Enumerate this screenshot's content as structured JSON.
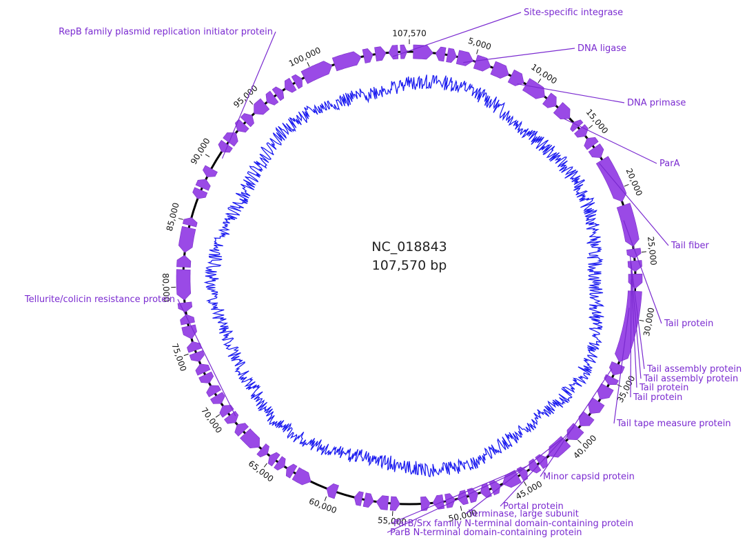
{
  "map": {
    "accession": "NC_018843",
    "length_label": "107,570 bp",
    "length_bp": 107570,
    "colors": {
      "backbone": "#000000",
      "feature": "#9a4ae6",
      "feature_stroke": "#7a30c8",
      "gc_trace": "#1c1cf0",
      "label": "#7a2ad0"
    },
    "tick_labels": [
      {
        "bp": 100000,
        "text": "100,000"
      },
      {
        "bp": 107570,
        "text": "107,570"
      },
      {
        "bp": 5000,
        "text": "5,000"
      },
      {
        "bp": 10000,
        "text": "10,000"
      },
      {
        "bp": 15000,
        "text": "15,000"
      },
      {
        "bp": 20000,
        "text": "20,000"
      },
      {
        "bp": 25000,
        "text": "25,000"
      },
      {
        "bp": 30000,
        "text": "30,000"
      },
      {
        "bp": 35000,
        "text": "35,000"
      },
      {
        "bp": 40000,
        "text": "40,000"
      },
      {
        "bp": 45000,
        "text": "45,000"
      },
      {
        "bp": 50000,
        "text": "50,000"
      },
      {
        "bp": 55000,
        "text": "55,000"
      },
      {
        "bp": 60000,
        "text": "60,000"
      },
      {
        "bp": 65000,
        "text": "65,000"
      },
      {
        "bp": 70000,
        "text": "70,000"
      },
      {
        "bp": 75000,
        "text": "75,000"
      },
      {
        "bp": 80000,
        "text": "80,000"
      },
      {
        "bp": 85000,
        "text": "85,000"
      },
      {
        "bp": 90000,
        "text": "90,000"
      },
      {
        "bp": 95000,
        "text": "95,000"
      }
    ],
    "annotations": [
      {
        "bp": 106300,
        "text": "Site-specific integrase"
      },
      {
        "bp": 4200,
        "text": "DNA ligase"
      },
      {
        "bp": 8700,
        "text": "DNA primase"
      },
      {
        "bp": 13200,
        "text": "ParA"
      },
      {
        "bp": 17600,
        "text": "Tail fiber"
      },
      {
        "bp": 22400,
        "text": "Tail protein"
      },
      {
        "bp": 25200,
        "text": "Tail assembly protein"
      },
      {
        "bp": 25700,
        "text": "Tail assembly protein"
      },
      {
        "bp": 26300,
        "text": "Tail protein"
      },
      {
        "bp": 27000,
        "text": "Tail protein"
      },
      {
        "bp": 29200,
        "text": "Tail tape measure protein"
      },
      {
        "bp": 34100,
        "text": "Minor capsid protein"
      },
      {
        "bp": 39500,
        "text": "Portal protein"
      },
      {
        "bp": 40700,
        "text": "Terminase, large subunit"
      },
      {
        "bp": 44200,
        "text": "ParB/Srx family N-terminal domain-containing protein"
      },
      {
        "bp": 44700,
        "text": "ParB N-terminal domain-containing protein"
      },
      {
        "bp": 69200,
        "text": "Tellurite/colicin resistance protein"
      },
      {
        "bp": 90400,
        "text": "RepB family plasmid replication initiator protein"
      }
    ],
    "features": [
      {
        "start": 300,
        "end": 1800,
        "strand": 1
      },
      {
        "start": 2000,
        "end": 2700,
        "strand": -1
      },
      {
        "start": 2900,
        "end": 3600,
        "strand": 1
      },
      {
        "start": 3700,
        "end": 4900,
        "strand": 1
      },
      {
        "start": 5100,
        "end": 6300,
        "strand": 1
      },
      {
        "start": 6500,
        "end": 7800,
        "strand": 1
      },
      {
        "start": 8000,
        "end": 9100,
        "strand": 1
      },
      {
        "start": 9300,
        "end": 11000,
        "strand": 1
      },
      {
        "start": 11200,
        "end": 12100,
        "strand": 1
      },
      {
        "start": 12300,
        "end": 13500,
        "strand": 1
      },
      {
        "start": 13900,
        "end": 14400,
        "strand": -1
      },
      {
        "start": 14600,
        "end": 15300,
        "strand": 1
      },
      {
        "start": 15500,
        "end": 16200,
        "strand": -1
      },
      {
        "start": 16400,
        "end": 17300,
        "strand": 1
      },
      {
        "start": 17500,
        "end": 21000,
        "strand": 1
      },
      {
        "start": 21300,
        "end": 24500,
        "strand": 1
      },
      {
        "start": 24700,
        "end": 25400,
        "strand": 1
      },
      {
        "start": 25600,
        "end": 26400,
        "strand": 1
      },
      {
        "start": 26600,
        "end": 27700,
        "strand": 1
      },
      {
        "start": 27900,
        "end": 33400,
        "strand": 1
      },
      {
        "start": 33600,
        "end": 34500,
        "strand": 1
      },
      {
        "start": 34700,
        "end": 35300,
        "strand": 1
      },
      {
        "start": 35500,
        "end": 36600,
        "strand": 1
      },
      {
        "start": 36800,
        "end": 37900,
        "strand": 1
      },
      {
        "start": 38100,
        "end": 39100,
        "strand": 1
      },
      {
        "start": 39300,
        "end": 40500,
        "strand": 1
      },
      {
        "start": 40700,
        "end": 42400,
        "strand": 1
      },
      {
        "start": 42600,
        "end": 43300,
        "strand": -1
      },
      {
        "start": 43500,
        "end": 44200,
        "strand": 1
      },
      {
        "start": 44400,
        "end": 45000,
        "strand": -1
      },
      {
        "start": 45200,
        "end": 46500,
        "strand": 1
      },
      {
        "start": 46700,
        "end": 47400,
        "strand": -1
      },
      {
        "start": 47600,
        "end": 48300,
        "strand": 1
      },
      {
        "start": 48500,
        "end": 49200,
        "strand": -1
      },
      {
        "start": 49400,
        "end": 50100,
        "strand": 1
      },
      {
        "start": 50300,
        "end": 51000,
        "strand": -1
      },
      {
        "start": 51200,
        "end": 52000,
        "strand": 1
      },
      {
        "start": 52200,
        "end": 52900,
        "strand": -1
      },
      {
        "start": 54500,
        "end": 55200,
        "strand": -1
      },
      {
        "start": 55400,
        "end": 56300,
        "strand": 1
      },
      {
        "start": 56500,
        "end": 57200,
        "strand": -1
      },
      {
        "start": 57400,
        "end": 58000,
        "strand": 1
      },
      {
        "start": 59400,
        "end": 60200,
        "strand": 1
      },
      {
        "start": 61500,
        "end": 62800,
        "strand": -1
      },
      {
        "start": 63000,
        "end": 63600,
        "strand": 1
      },
      {
        "start": 63800,
        "end": 64400,
        "strand": -1
      },
      {
        "start": 64600,
        "end": 65200,
        "strand": 1
      },
      {
        "start": 65400,
        "end": 66000,
        "strand": -1
      },
      {
        "start": 66200,
        "end": 67700,
        "strand": -1
      },
      {
        "start": 67900,
        "end": 68600,
        "strand": 1
      },
      {
        "start": 68800,
        "end": 69500,
        "strand": -1
      },
      {
        "start": 69700,
        "end": 70400,
        "strand": 1
      },
      {
        "start": 70600,
        "end": 71300,
        "strand": -1
      },
      {
        "start": 71500,
        "end": 72200,
        "strand": 1
      },
      {
        "start": 72400,
        "end": 73100,
        "strand": -1
      },
      {
        "start": 73300,
        "end": 74000,
        "strand": 1
      },
      {
        "start": 74200,
        "end": 74900,
        "strand": -1
      },
      {
        "start": 75100,
        "end": 75800,
        "strand": 1
      },
      {
        "start": 76000,
        "end": 77000,
        "strand": -1
      },
      {
        "start": 77200,
        "end": 77900,
        "strand": 1
      },
      {
        "start": 78100,
        "end": 78800,
        "strand": -1
      },
      {
        "start": 79000,
        "end": 81300,
        "strand": -1
      },
      {
        "start": 81500,
        "end": 82400,
        "strand": 1
      },
      {
        "start": 82600,
        "end": 84500,
        "strand": -1
      },
      {
        "start": 84700,
        "end": 85300,
        "strand": 1
      },
      {
        "start": 86800,
        "end": 87500,
        "strand": -1
      },
      {
        "start": 87700,
        "end": 88400,
        "strand": 1
      },
      {
        "start": 88600,
        "end": 89300,
        "strand": -1
      },
      {
        "start": 90800,
        "end": 91500,
        "strand": -1
      },
      {
        "start": 91700,
        "end": 92600,
        "strand": 1
      },
      {
        "start": 92800,
        "end": 93500,
        "strand": -1
      },
      {
        "start": 93700,
        "end": 94400,
        "strand": 1
      },
      {
        "start": 94600,
        "end": 95700,
        "strand": -1
      },
      {
        "start": 95900,
        "end": 96600,
        "strand": -1
      },
      {
        "start": 96800,
        "end": 97400,
        "strand": 1
      },
      {
        "start": 97600,
        "end": 98300,
        "strand": -1
      },
      {
        "start": 98500,
        "end": 99100,
        "strand": 1
      },
      {
        "start": 99300,
        "end": 101600,
        "strand": 1
      },
      {
        "start": 101800,
        "end": 103900,
        "strand": 1
      },
      {
        "start": 104100,
        "end": 104800,
        "strand": 1
      },
      {
        "start": 105000,
        "end": 105800,
        "strand": 1
      },
      {
        "start": 106000,
        "end": 106700,
        "strand": -1
      },
      {
        "start": 106900,
        "end": 107400,
        "strand": 1
      }
    ]
  }
}
